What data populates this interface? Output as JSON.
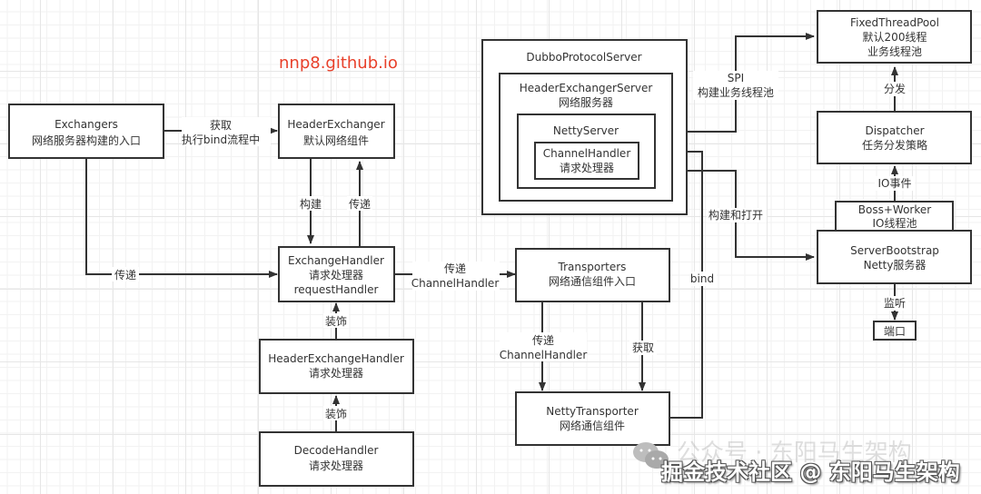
{
  "site_label": "nnp8.github.io",
  "nodes": {
    "exchangers": [
      "Exchangers",
      "网络服务器构建的入口"
    ],
    "header_exchanger": [
      "HeaderExchanger",
      "默认网络组件"
    ],
    "exchange_handler": [
      "ExchangeHandler",
      "请求处理器",
      "requestHandler"
    ],
    "header_exchange_handler": [
      "HeaderExchangeHandler",
      "请求处理器"
    ],
    "decode_handler": [
      "DecodeHandler",
      "请求处理器"
    ],
    "dubbo_protocol_server": [
      "DubboProtocolServer"
    ],
    "header_exchanger_server": [
      "HeaderExchangerServer",
      "网络服务器"
    ],
    "netty_server": [
      "NettyServer"
    ],
    "channel_handler": [
      "ChannelHandler",
      "请求处理器"
    ],
    "transporters": [
      "Transporters",
      "网络通信组件入口"
    ],
    "netty_transporter": [
      "NettyTransporter",
      "网络通信组件"
    ],
    "fixed_thread_pool": [
      "FixedThreadPool",
      "默认200线程",
      "业务线程池"
    ],
    "dispatcher": [
      "Dispatcher",
      "任务分发策略"
    ],
    "boss_worker": [
      "Boss+Worker",
      "IO线程池"
    ],
    "server_bootstrap": [
      "ServerBootstrap",
      "Netty服务器"
    ],
    "port": [
      "端口"
    ]
  },
  "edges": {
    "get_bind": [
      "获取",
      "执行bind流程中"
    ],
    "build": "构建",
    "pass_up": "传递",
    "pass_left": "传递",
    "pass_channel_handler": [
      "传递",
      "ChannelHandler"
    ],
    "decorate_1": "装饰",
    "decorate_2": "装饰",
    "pass_down": [
      "传递",
      "ChannelHandler"
    ],
    "get_down": "获取",
    "bind": "bind",
    "spi": [
      "SPI",
      "构建业务线程池"
    ],
    "build_and_open": "构建和打开",
    "dispatch": "分发",
    "io_event": "IO事件",
    "listen": "监听"
  },
  "watermark": {
    "primary": "掘金技术社区 @ 东阳马生架构",
    "secondary": "公众号 · 东阳马生架构"
  }
}
